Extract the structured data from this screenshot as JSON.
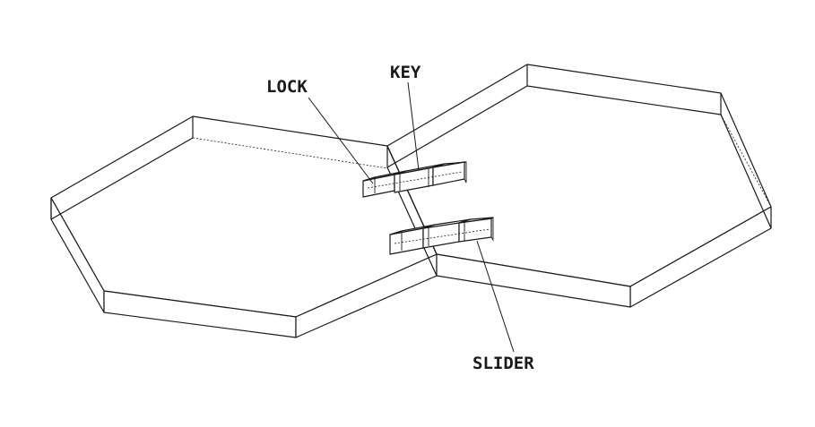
{
  "diagram": {
    "labels": {
      "lock": "LOCK",
      "key": "KEY",
      "slider": "SLIDER"
    },
    "colors": {
      "line": "#1a1a1a",
      "background": "#ffffff"
    }
  }
}
